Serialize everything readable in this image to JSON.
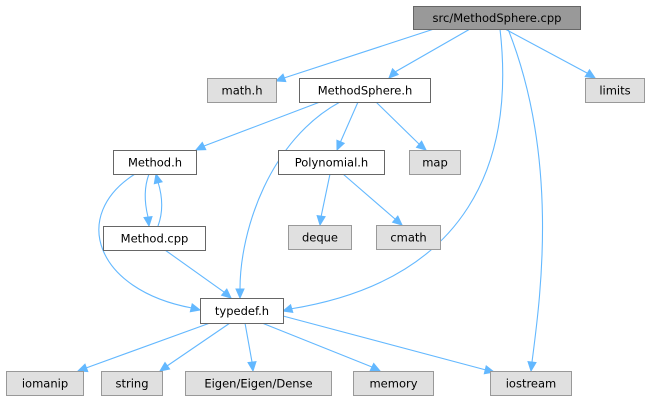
{
  "colors": {
    "edge": "#63b8ff",
    "root_fill": "#999999",
    "local_fill": "#ffffff",
    "external_fill": "#e0e0e0",
    "border_dark": "#666666",
    "border_light": "#999999"
  },
  "graph": {
    "nodes": [
      {
        "id": "root",
        "label": "src/MethodSphere.cpp",
        "kind": "root"
      },
      {
        "id": "math_h",
        "label": "math.h",
        "kind": "external"
      },
      {
        "id": "methodsphere_h",
        "label": "MethodSphere.h",
        "kind": "local"
      },
      {
        "id": "limits",
        "label": "limits",
        "kind": "external"
      },
      {
        "id": "method_h",
        "label": "Method.h",
        "kind": "local"
      },
      {
        "id": "polynomial_h",
        "label": "Polynomial.h",
        "kind": "local"
      },
      {
        "id": "map",
        "label": "map",
        "kind": "external"
      },
      {
        "id": "method_cpp",
        "label": "Method.cpp",
        "kind": "local"
      },
      {
        "id": "deque",
        "label": "deque",
        "kind": "external"
      },
      {
        "id": "cmath",
        "label": "cmath",
        "kind": "external"
      },
      {
        "id": "typedef_h",
        "label": "typedef.h",
        "kind": "local"
      },
      {
        "id": "iomanip",
        "label": "iomanip",
        "kind": "external"
      },
      {
        "id": "string",
        "label": "string",
        "kind": "external"
      },
      {
        "id": "eigen_dense",
        "label": "Eigen/Eigen/Dense",
        "kind": "external"
      },
      {
        "id": "memory",
        "label": "memory",
        "kind": "external"
      },
      {
        "id": "iostream",
        "label": "iostream",
        "kind": "external"
      }
    ],
    "edges": [
      {
        "from": "root",
        "to": "math_h"
      },
      {
        "from": "root",
        "to": "methodsphere_h"
      },
      {
        "from": "root",
        "to": "limits"
      },
      {
        "from": "root",
        "to": "typedef_h"
      },
      {
        "from": "root",
        "to": "iostream"
      },
      {
        "from": "methodsphere_h",
        "to": "method_h"
      },
      {
        "from": "methodsphere_h",
        "to": "polynomial_h"
      },
      {
        "from": "methodsphere_h",
        "to": "map"
      },
      {
        "from": "methodsphere_h",
        "to": "typedef_h"
      },
      {
        "from": "method_h",
        "to": "method_cpp"
      },
      {
        "from": "method_cpp",
        "to": "method_h"
      },
      {
        "from": "method_h",
        "to": "typedef_h"
      },
      {
        "from": "method_cpp",
        "to": "typedef_h"
      },
      {
        "from": "polynomial_h",
        "to": "deque"
      },
      {
        "from": "polynomial_h",
        "to": "cmath"
      },
      {
        "from": "typedef_h",
        "to": "iomanip"
      },
      {
        "from": "typedef_h",
        "to": "string"
      },
      {
        "from": "typedef_h",
        "to": "eigen_dense"
      },
      {
        "from": "typedef_h",
        "to": "memory"
      },
      {
        "from": "typedef_h",
        "to": "iostream"
      }
    ]
  }
}
